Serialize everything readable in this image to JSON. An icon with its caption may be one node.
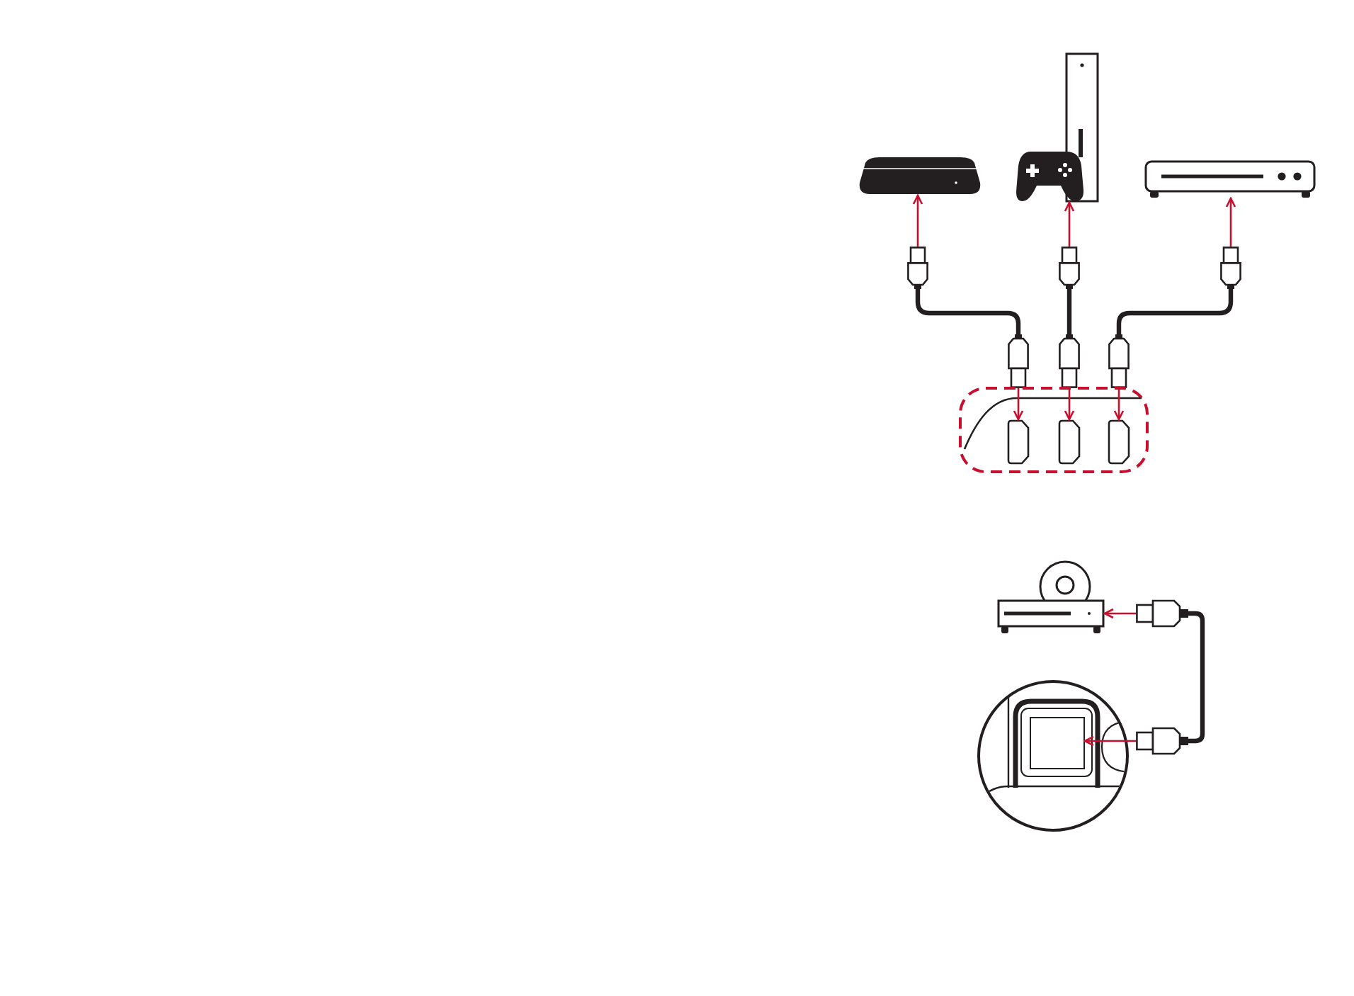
{
  "diagram": {
    "nodes": [
      {
        "text": [],
        "shape": "picture"
      },
      {
        "text": [],
        "shape": "picture"
      },
      {
        "text": [],
        "shape": "picture"
      },
      {
        "text": [],
        "shape": "box"
      },
      {
        "text": [],
        "shape": "box"
      },
      {
        "text": [],
        "shape": "box"
      },
      {
        "text": [],
        "shape": "box"
      },
      {
        "text": [],
        "shape": "box"
      },
      {
        "text": [],
        "shape": "box"
      },
      {
        "text": [],
        "shape": "box"
      },
      {
        "text": [],
        "shape": "box",
        "in": 9
      },
      {
        "text": [],
        "shape": "box",
        "in": 9
      },
      {
        "text": [],
        "shape": "box",
        "in": 9
      },
      {
        "text": [],
        "shape": "picture"
      },
      {
        "text": [],
        "shape": "box"
      },
      {
        "text": [],
        "shape": "circle"
      },
      {
        "text": [],
        "shape": "box",
        "in": 15
      },
      {
        "text": [],
        "shape": "box"
      }
    ],
    "edges": [
      {
        "from": 3,
        "to": 0,
        "arrow": "to"
      },
      {
        "from": 4,
        "to": 1,
        "arrow": "to"
      },
      {
        "from": 5,
        "to": 2,
        "arrow": "to"
      },
      {
        "from": 3,
        "to": 6,
        "arrow": "none",
        "style": "thick",
        "color": "#231f20"
      },
      {
        "from": 4,
        "to": 7,
        "arrow": "none",
        "style": "thick",
        "color": "#231f20"
      },
      {
        "from": 5,
        "to": 8,
        "arrow": "none",
        "style": "thick",
        "color": "#231f20"
      },
      {
        "from": 6,
        "to": 10,
        "arrow": "to"
      },
      {
        "from": 7,
        "to": 11,
        "arrow": "to"
      },
      {
        "from": 8,
        "to": 12,
        "arrow": "to"
      },
      {
        "from": 14,
        "to": 13,
        "arrow": "to"
      },
      {
        "from": 14,
        "to": 17,
        "arrow": "none",
        "style": "thick",
        "color": "#231f20"
      },
      {
        "from": 17,
        "to": 16,
        "arrow": "to"
      }
    ]
  }
}
